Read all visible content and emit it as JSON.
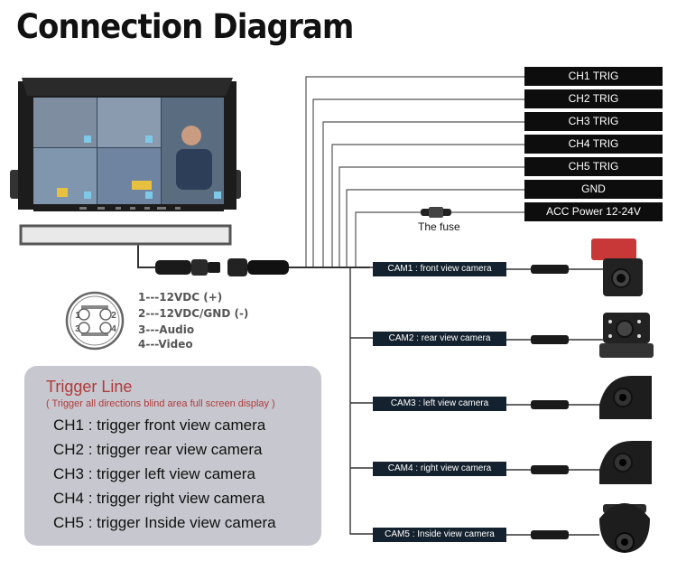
{
  "title": "Connection Diagram",
  "trigger_labels": [
    "CH1 TRIG",
    "CH2 TRIG",
    "CH3 TRIG",
    "CH4 TRIG",
    "CH5 TRIG",
    "GND",
    "ACC Power 12-24V"
  ],
  "fuse_label": "The fuse",
  "cameras": [
    "CAM1 : front view camera",
    "CAM2 : rear view camera",
    "CAM3 : left view camera",
    "CAM4 : right view camera",
    "CAM5 : Inside view camera"
  ],
  "pinout": [
    "1---12VDC (+)",
    "2---12VDC/GND (-)",
    "3---Audio",
    "4---Video"
  ],
  "connector_pins": [
    "1",
    "2",
    "3",
    "4"
  ],
  "trigger_line": {
    "title": "Trigger Line",
    "subtitle": "( Trigger all directions blind area full screen display )",
    "items": [
      "CH1 : trigger front view camera",
      "CH2 : trigger rear view camera",
      "CH3 : trigger left view camera",
      "CH4 : trigger right view camera",
      "CH5 : trigger Inside view camera"
    ]
  },
  "colors": {
    "label_bg": "#0d0d0d",
    "camera_label_bg": "#14212e",
    "trigger_title": "#b23a3a",
    "panel_bg": "#c7c7cf"
  }
}
